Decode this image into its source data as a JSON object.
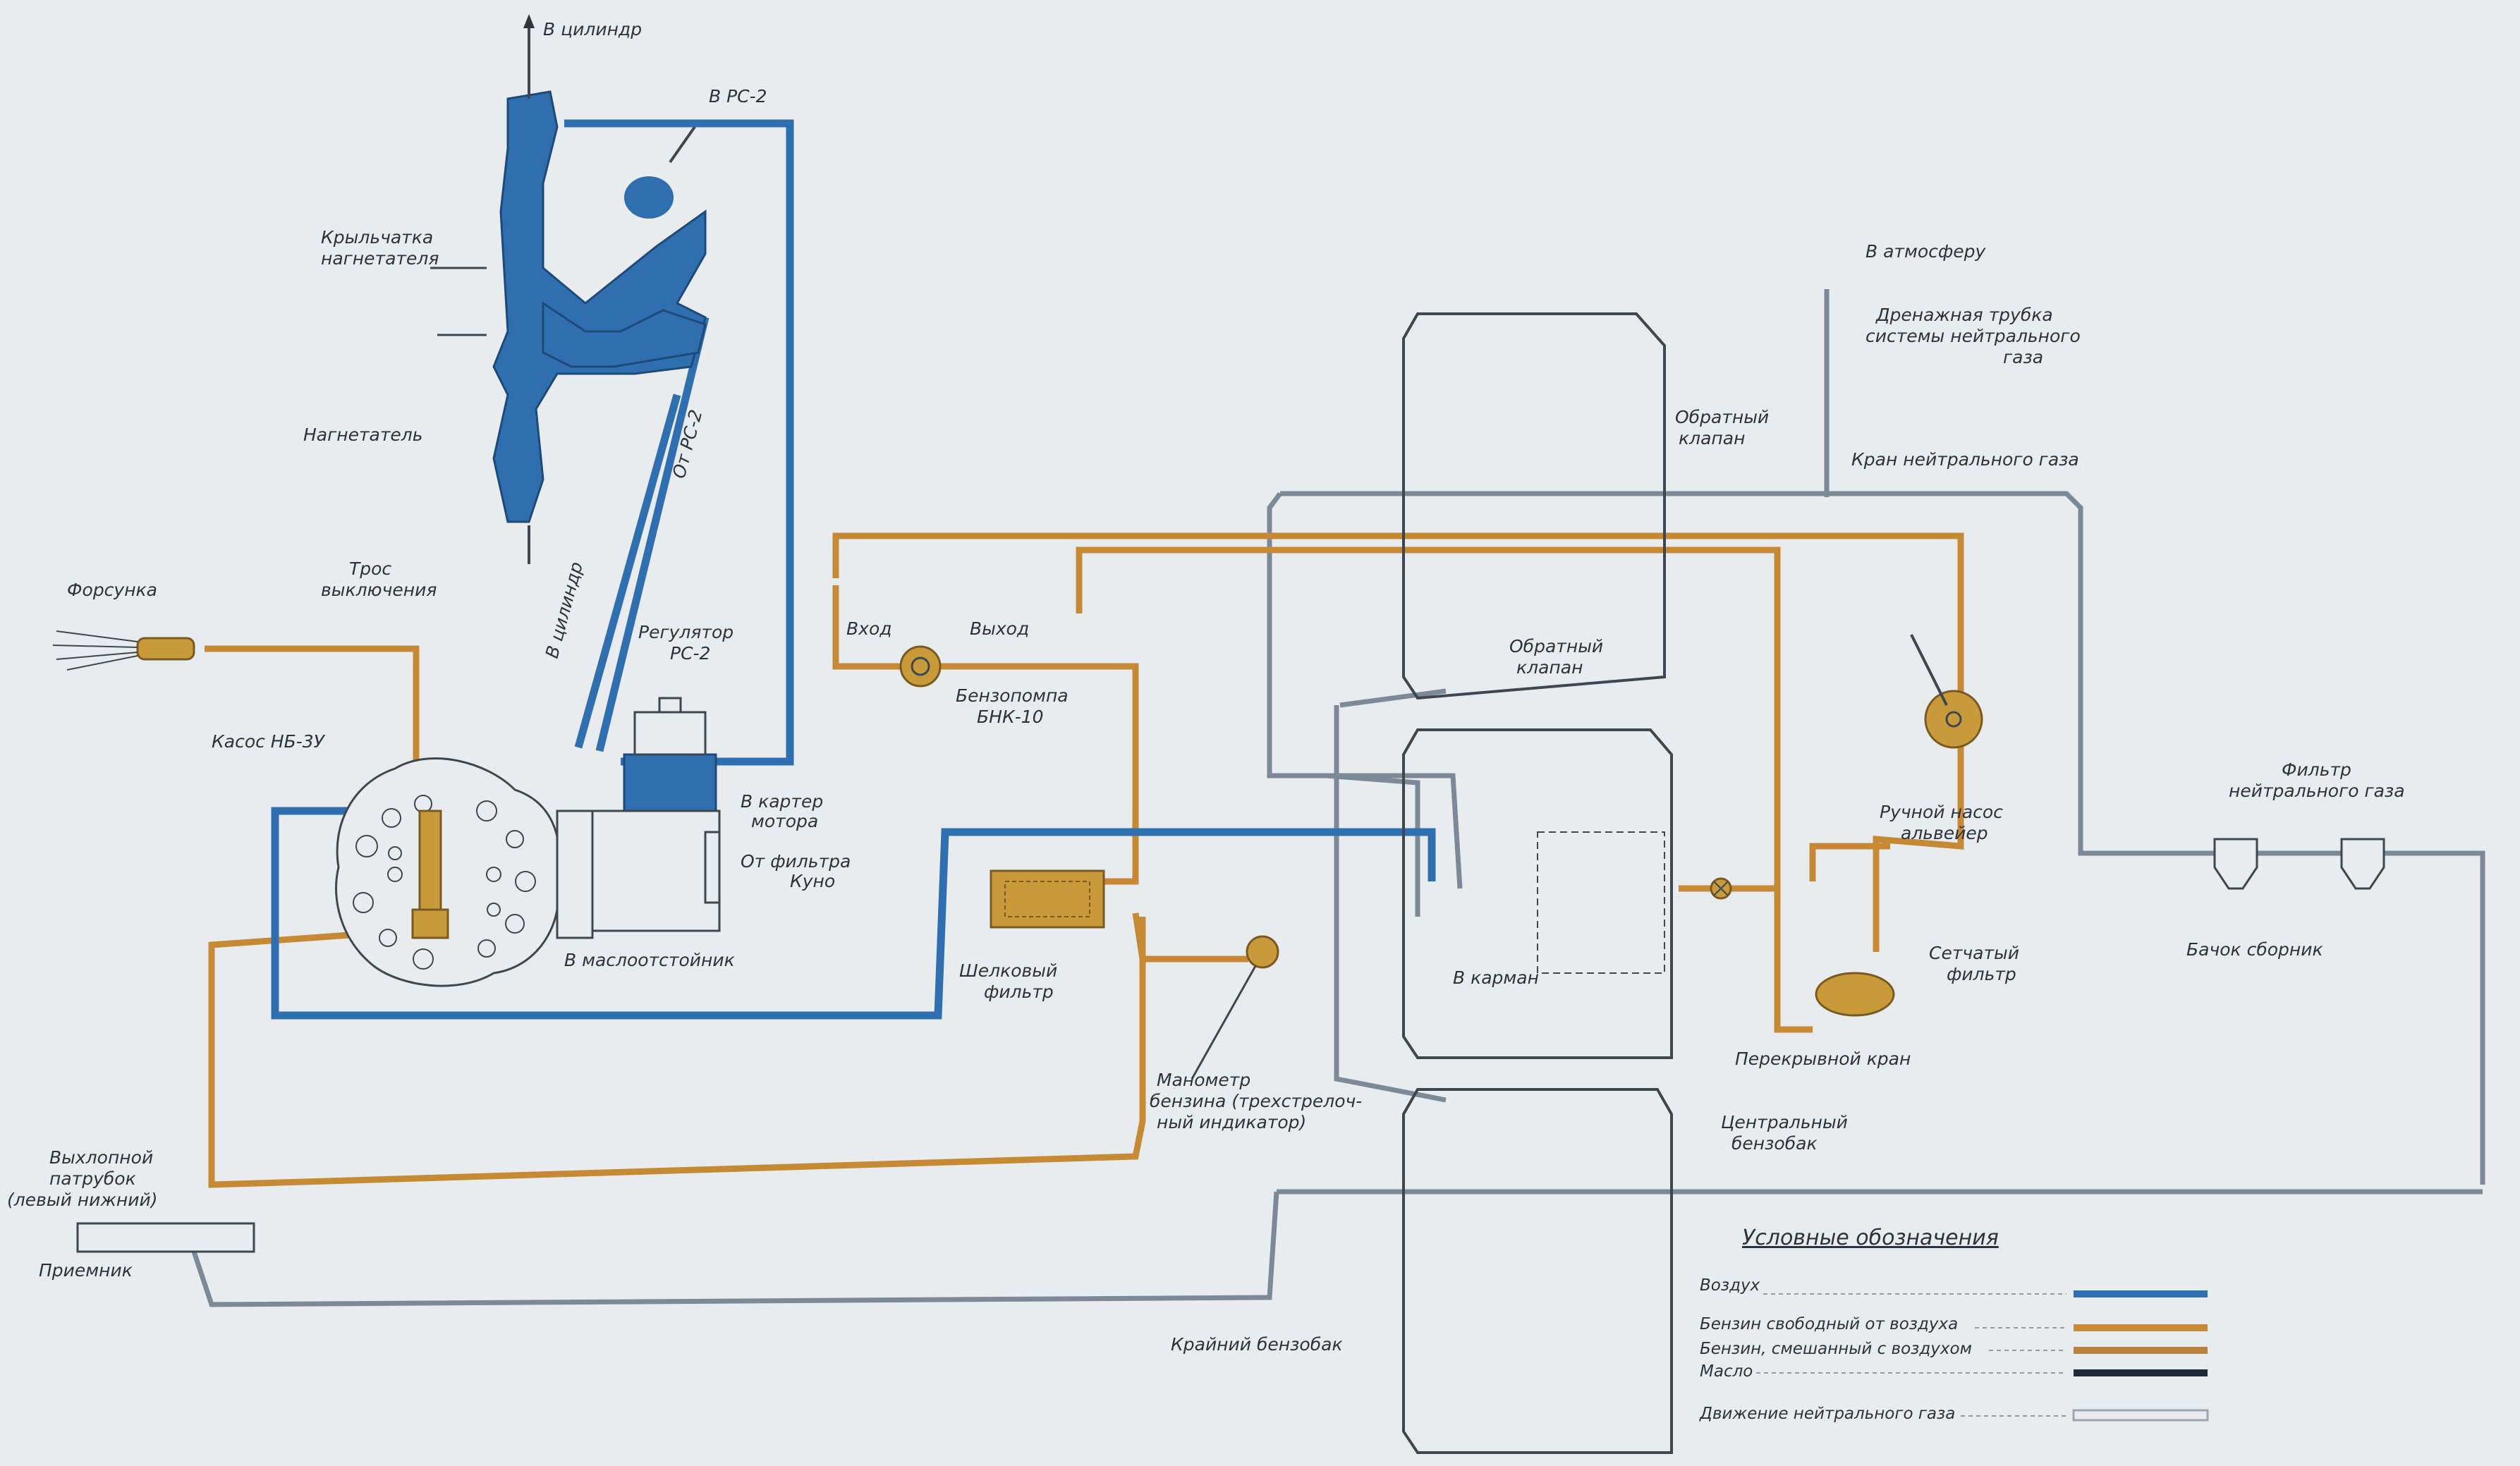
{
  "labels": {
    "to_cylinder_top": "В цилиндр",
    "to_rc2_top": "В РС-2",
    "impellers": [
      "Крыльчатка",
      "нагнетателя"
    ],
    "supercharger": "Нагнетатель",
    "from_rc2": "От РС-2",
    "to_cylinder_bottom": "В цилиндр",
    "cable": [
      "Трос",
      "выключения"
    ],
    "injector": "Форсунка",
    "pump_nb": "Касос НБ-3У",
    "regulator": [
      "Регулятор",
      "РС-2"
    ],
    "inlet": "Вход",
    "outlet": "Выход",
    "fuel_pump": [
      "Бензопомпа",
      "БНК-10"
    ],
    "to_crankcase": [
      "В картер",
      "мотора"
    ],
    "from_cuno": [
      "От фильтра",
      "Куно"
    ],
    "to_oil_sump": "В маслоотстойник",
    "silk_filter": [
      "Шелковый",
      "фильтр"
    ],
    "manometer": [
      "Манометр",
      "бензина (трехстрелоч-",
      "ный индикатор)"
    ],
    "exhaust": [
      "Выхлопной",
      "патрубок",
      "(левый нижний)"
    ],
    "receiver": "Приемник",
    "outer_tank": "Крайний бензобак",
    "to_atmosphere": "В атмосферу",
    "drain_tube": [
      "Дренажная трубка",
      "системы нейтрального",
      "газа"
    ],
    "check_valve_top": [
      "Обратный",
      "клапан"
    ],
    "neutral_gas_tap": "Кран нейтрального газа",
    "check_valve_mid": [
      "Обратный",
      "клапан"
    ],
    "hand_pump": [
      "Ручной насос",
      "альвейер"
    ],
    "to_pocket": "В карман",
    "mesh_filter": [
      "Сетчатый",
      "фильтр"
    ],
    "shutoff_tap": "Перекрывной кран",
    "central_tank": [
      "Центральный",
      "бензобак"
    ],
    "neutral_filter": [
      "Фильтр",
      "нейтрального газа"
    ],
    "sump_tank": "Бачок сборник"
  },
  "legend": {
    "title": "Условные обозначения",
    "items": [
      {
        "label": "Воздух",
        "color": "#2f6fb0"
      },
      {
        "label": "Бензин свободный от воздуха",
        "color": "#c68a35"
      },
      {
        "label": "Бензин, смешанный с воздухом",
        "color": "#b9843a"
      },
      {
        "label": "Масло",
        "color": "#1f2a38"
      },
      {
        "label": "Движение нейтрального газа",
        "color": "#9aa6b0"
      }
    ]
  },
  "colors": {
    "air": "#2f6fb0",
    "fuel": "#c68a35",
    "neutral_gas": "#9aa6b0",
    "line": "#3e4650",
    "paper": "#e9ecee"
  }
}
